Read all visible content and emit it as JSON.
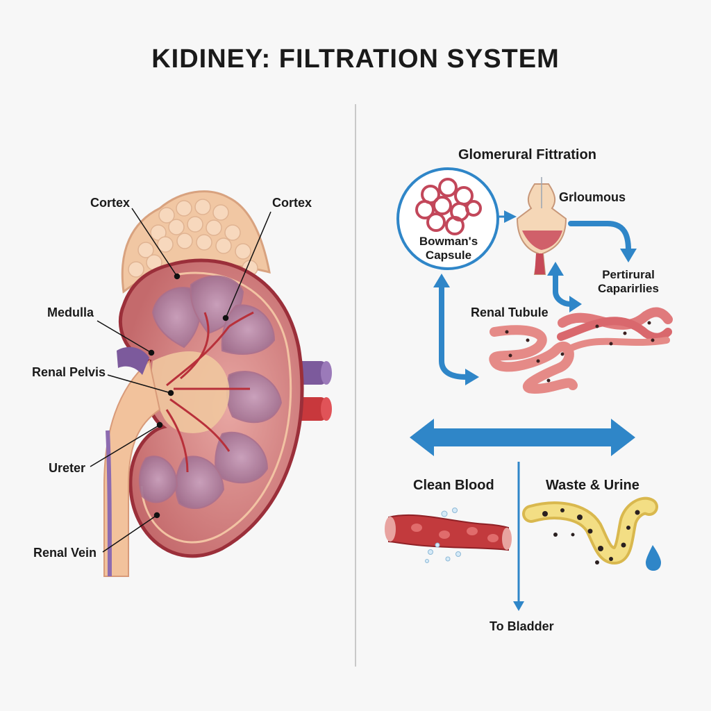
{
  "title": "KIDINEY: FILTRATION SYSTEM",
  "anatomy": {
    "cortex_left": "Cortex",
    "cortex_right": "Cortex",
    "medulla": "Medulla",
    "renal_pelvis": "Renal Pelvis",
    "ureter": "Ureter",
    "renal_vein": "Renal Vein"
  },
  "process": {
    "heading": "Glomerural Fittration",
    "bowman_line1": "Bowman's",
    "bowman_line2": "Capsule",
    "glomerulus": "Grloumous",
    "peritubular_line1": "Pertirural",
    "peritubular_line2": "Caparirlies",
    "renal_tubule": "Renal Tubule",
    "clean_blood": "Clean Blood",
    "waste_urine": "Waste & Urine",
    "to_bladder": "To Bladder"
  },
  "colors": {
    "arrow_blue": "#2f86c8",
    "kidney_outline": "#9b2f3a",
    "adrenal": "#f1c7a3",
    "urine_yellow": "#f0d770"
  }
}
